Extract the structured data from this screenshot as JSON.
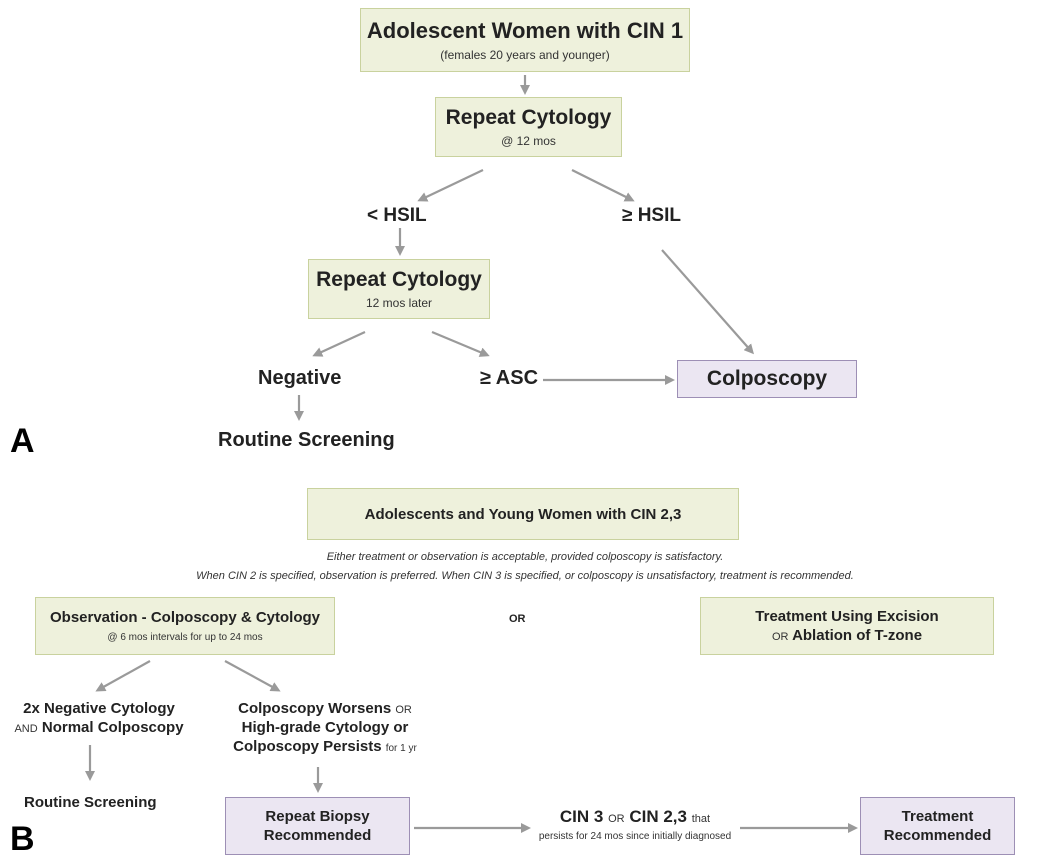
{
  "panel_a": {
    "label": "A",
    "top_box": {
      "title": "Adolescent Women with CIN 1",
      "subtitle": "(females 20 years and younger)"
    },
    "repeat_cytology_1": {
      "title": "Repeat Cytology",
      "subtitle": "@ 12 mos"
    },
    "lt_hsil": "< HSIL",
    "ge_hsil": "≥ HSIL",
    "repeat_cytology_2": {
      "title": "Repeat Cytology",
      "subtitle": "12 mos later"
    },
    "negative": "Negative",
    "ge_asc": "≥ ASC",
    "colposcopy": "Colposcopy",
    "routine_screening": "Routine Screening"
  },
  "panel_b": {
    "label": "B",
    "top_box": {
      "title": "Adolescents and Young Women with CIN 2,3"
    },
    "note_line1": "Either treatment or observation is acceptable, provided colposcopy is satisfactory.",
    "note_line2": "When CIN 2 is specified, observation is preferred.  When CIN 3 is specified, or colposcopy is unsatisfactory, treatment is recommended.",
    "observation_box": {
      "title": "Observation - Colposcopy & Cytology",
      "subtitle": "@ 6 mos intervals for up to 24 mos"
    },
    "or_label": "OR",
    "treatment_box": {
      "title_line1": "Treatment Using Excision",
      "title_or": "OR",
      "title_line2": "Ablation of T-zone"
    },
    "neg_cyto_line1": "2x Negative Cytology",
    "neg_cyto_and": "AND",
    "neg_cyto_line2": "Normal Colposcopy",
    "worsens_line1": "Colposcopy Worsens",
    "worsens_or1": "OR",
    "worsens_line2": "High-grade Cytology or",
    "worsens_line3": "Colposcopy Persists",
    "worsens_for": "for 1 yr",
    "routine_screening": "Routine Screening",
    "repeat_biopsy": {
      "line1": "Repeat Biopsy",
      "line2": "Recommended"
    },
    "cin3_line1_a": "CIN 3",
    "cin3_or": "OR",
    "cin3_line1_b": "CIN 2,3",
    "cin3_that": "that",
    "cin3_line2": "persists for 24 mos since initially diagnosed",
    "treatment_recommended": {
      "line1": "Treatment",
      "line2": "Recommended"
    }
  }
}
